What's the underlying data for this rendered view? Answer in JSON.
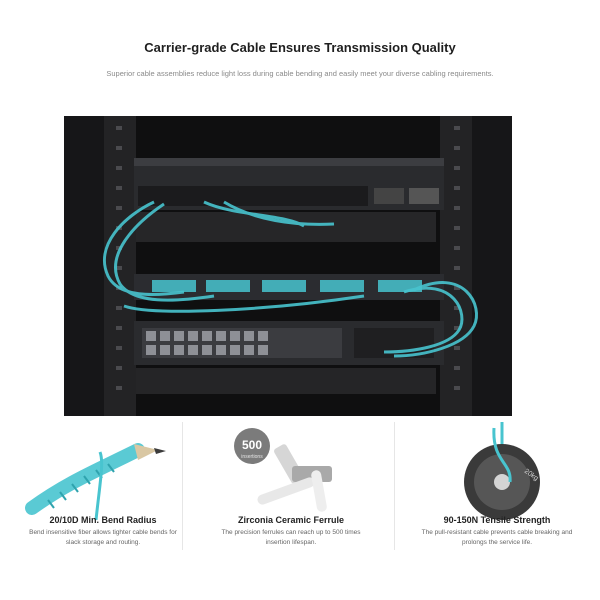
{
  "header": {
    "title": "Carrier-grade Cable Ensures Transmission Quality",
    "subtitle": "Superior cable assemblies reduce light loss during cable bending and easily meet your diverse cabling requirements."
  },
  "features": [
    {
      "title": "20/10D Min. Bend Radius",
      "description": "Bend insensitive fiber allows tighter cable bends for slack storage and routing."
    },
    {
      "title": "Zirconia Ceramic Ferrule",
      "description": "The precision ferrules can reach up to 500 times insertion lifespan.",
      "badge_value": "500",
      "badge_label": "insertions"
    },
    {
      "title": "90-150N Tensile Strength",
      "description": "The pull-resistant cable prevents cable breaking and prolongs the service life.",
      "weight_label": "20kg"
    }
  ],
  "colors": {
    "accent": "#48c4cf",
    "rack": "#1c1c1c",
    "title": "#1f1f1f",
    "muted": "#8a8a8a"
  }
}
